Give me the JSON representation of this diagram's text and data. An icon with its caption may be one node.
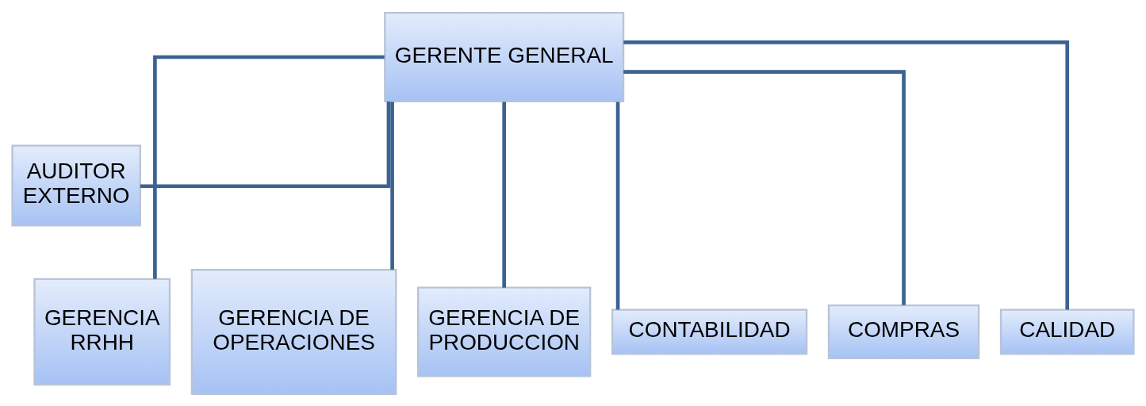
{
  "diagram": {
    "nodes": [
      {
        "text": [
          "GERENTE GENERAL"
        ]
      },
      {
        "text": [
          "AUDITOR EXTERNO"
        ]
      },
      {
        "text": [
          "GERENCIA RRHH"
        ]
      },
      {
        "text": [
          "GERENCIA DE OPERACIONES"
        ]
      },
      {
        "text": [
          "GERENCIA DE PRODUCCION"
        ]
      },
      {
        "text": [
          "CONTABILIDAD"
        ]
      },
      {
        "text": [
          "COMPRAS"
        ]
      },
      {
        "text": [
          "CALIDAD"
        ]
      }
    ],
    "edges": [
      {
        "from": 0,
        "to": 1,
        "arrow": "none"
      },
      {
        "from": 0,
        "to": 2,
        "arrow": "none"
      },
      {
        "from": 0,
        "to": 3,
        "arrow": "none"
      },
      {
        "from": 0,
        "to": 4,
        "arrow": "none"
      },
      {
        "from": 0,
        "to": 5,
        "arrow": "none"
      },
      {
        "from": 0,
        "to": 6,
        "arrow": "none"
      },
      {
        "from": 0,
        "to": 7,
        "arrow": "none"
      }
    ]
  }
}
